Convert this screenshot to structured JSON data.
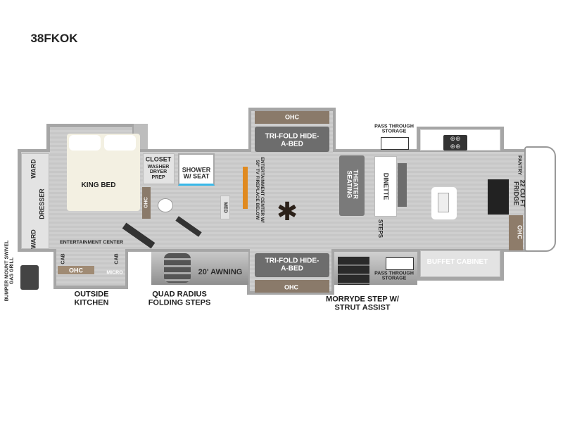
{
  "model": "38FKOK",
  "rooms": {
    "bedroom": {
      "ward_top": "WARD",
      "dresser": "DRESSER",
      "ward_bottom": "WARD",
      "bed": "KING BED",
      "entertainment": "ENTERTAINMENT CENTER"
    },
    "bath": {
      "closet": "CLOSET",
      "washer": "WASHER DRYER PREP",
      "shower": "SHOWER W/ SEAT",
      "ohc": "OHC",
      "med": "MED"
    },
    "outside_kitchen": {
      "cab_left": "CAB",
      "cab_right": "CAB",
      "ohc": "OHC",
      "micro": "MICRO",
      "label": "OUTSIDE KITCHEN"
    },
    "living": {
      "top_sofa": "TRI-FOLD HIDE-A-BED",
      "top_ohc": "OHC",
      "bottom_sofa": "TRI-FOLD HIDE-A-BED",
      "bottom_ohc": "OHC",
      "entertainment": "ENTERTAINMENT CENTER W/ 50\" TV FIREPLACE BELOW",
      "theater": "THEATER SEATING",
      "dinette": "DINETTE",
      "steps": "STEPS"
    },
    "kitchen": {
      "pass_top": "PASS THROUGH STORAGE",
      "pass_bottom": "PASS THROUGH STORAGE",
      "pantry": "PANTRY",
      "fridge": "22 CU FT FRIDGE",
      "ohc": "OHC",
      "buffet": "BUFFET CABINET"
    }
  },
  "exterior": {
    "grill": "BUMPER MOUNT SWIVEL GAS GRILL",
    "steps": "QUAD RADIUS FOLDING STEPS",
    "awning": "20' AWNING",
    "morryde": "MORRYDE STEP W/ STRUT ASSIST"
  }
}
